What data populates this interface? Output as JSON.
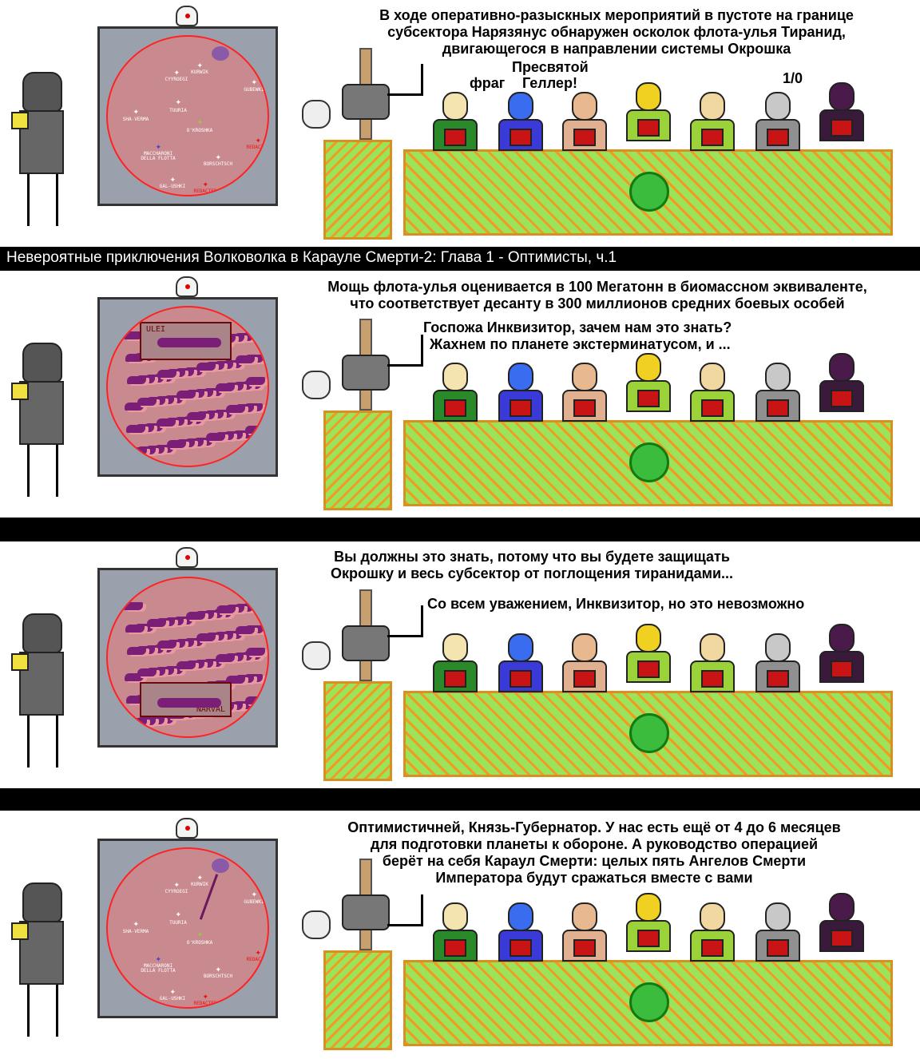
{
  "title": "Невероятные приключения Волковолка в Карауле Смерти-2: Глава 1 - Оптимисты, ч.1",
  "map_labels": [
    "KURWIK",
    "CYYROEGI",
    "GUBEWKI",
    "TUURIA",
    "SHA-VERMA",
    "O'KROSHKA",
    "REDACTED",
    "MACCHARONI",
    "DELLA FLOTTA",
    "BORSCHTSCH",
    "GAL-USHKI",
    "REDACTED"
  ],
  "panels": [
    {
      "map": "star",
      "speech": [
        "В ходе оперативно-разыскных мероприятий в пустоте на границе",
        "субсектора Нарязянус обнаружен осколок флота-улья Тиранид,",
        "двигающегося в направлении системы Окрошка"
      ],
      "extra": [
        "фраг",
        "Пресвятой",
        "Геллер!",
        "1/0"
      ]
    },
    {
      "map": "swarm",
      "zoom_label": "ULEI",
      "speech": [
        "Мощь флота-улья оценивается в 100 Мегатонн в биомассном эквиваленте,",
        "что соответствует десанту в 300 миллионов средних боевых особей"
      ],
      "extra": [
        "Госпожа Инквизитор, зачем нам это знать?",
        "Жахнем по планете экстерминатусом, и ..."
      ]
    },
    {
      "map": "swarm",
      "zoom_label": "NARVAL",
      "speech": [
        "Вы должны это знать, потому что вы будете защищать",
        "Окрошку и весь субсектор от поглощения тиранидами..."
      ],
      "extra": [
        "Со всем уважением, Инквизитор, но это невозможно"
      ]
    },
    {
      "map": "star",
      "speech": [
        "Оптимистичней, Князь-Губернатор. У нас есть ещё от 4 до 6 месяцев",
        "для подготовки планеты к обороне. А руководство операцией",
        "берёт на себя Караул Смерти: целых пять Ангелов Смерти",
        "Императора будут сражаться вместе с вами"
      ],
      "extra": []
    }
  ]
}
